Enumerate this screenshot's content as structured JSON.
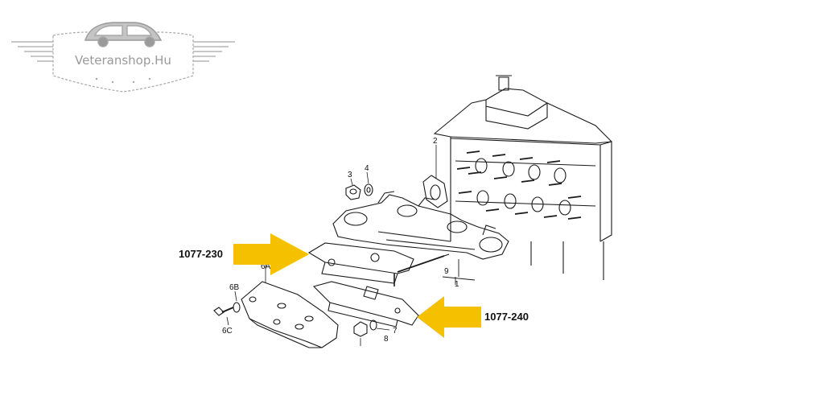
{
  "logo": {
    "text": "Veteranshop.Hu"
  },
  "colors": {
    "arrow": "#f5c000",
    "line": "#1a1a1a",
    "logo": "#a8a8a8"
  },
  "callouts": {
    "left": {
      "code": "1077-230"
    },
    "right": {
      "code": "1077-240"
    }
  },
  "part_numbers": {
    "p1": "1",
    "p2": "2",
    "p3": "3",
    "p4": "4",
    "p6A": "6A",
    "p6B": "6B",
    "p6C": "6C",
    "p7": "7",
    "p8": "8",
    "p9": "9"
  }
}
